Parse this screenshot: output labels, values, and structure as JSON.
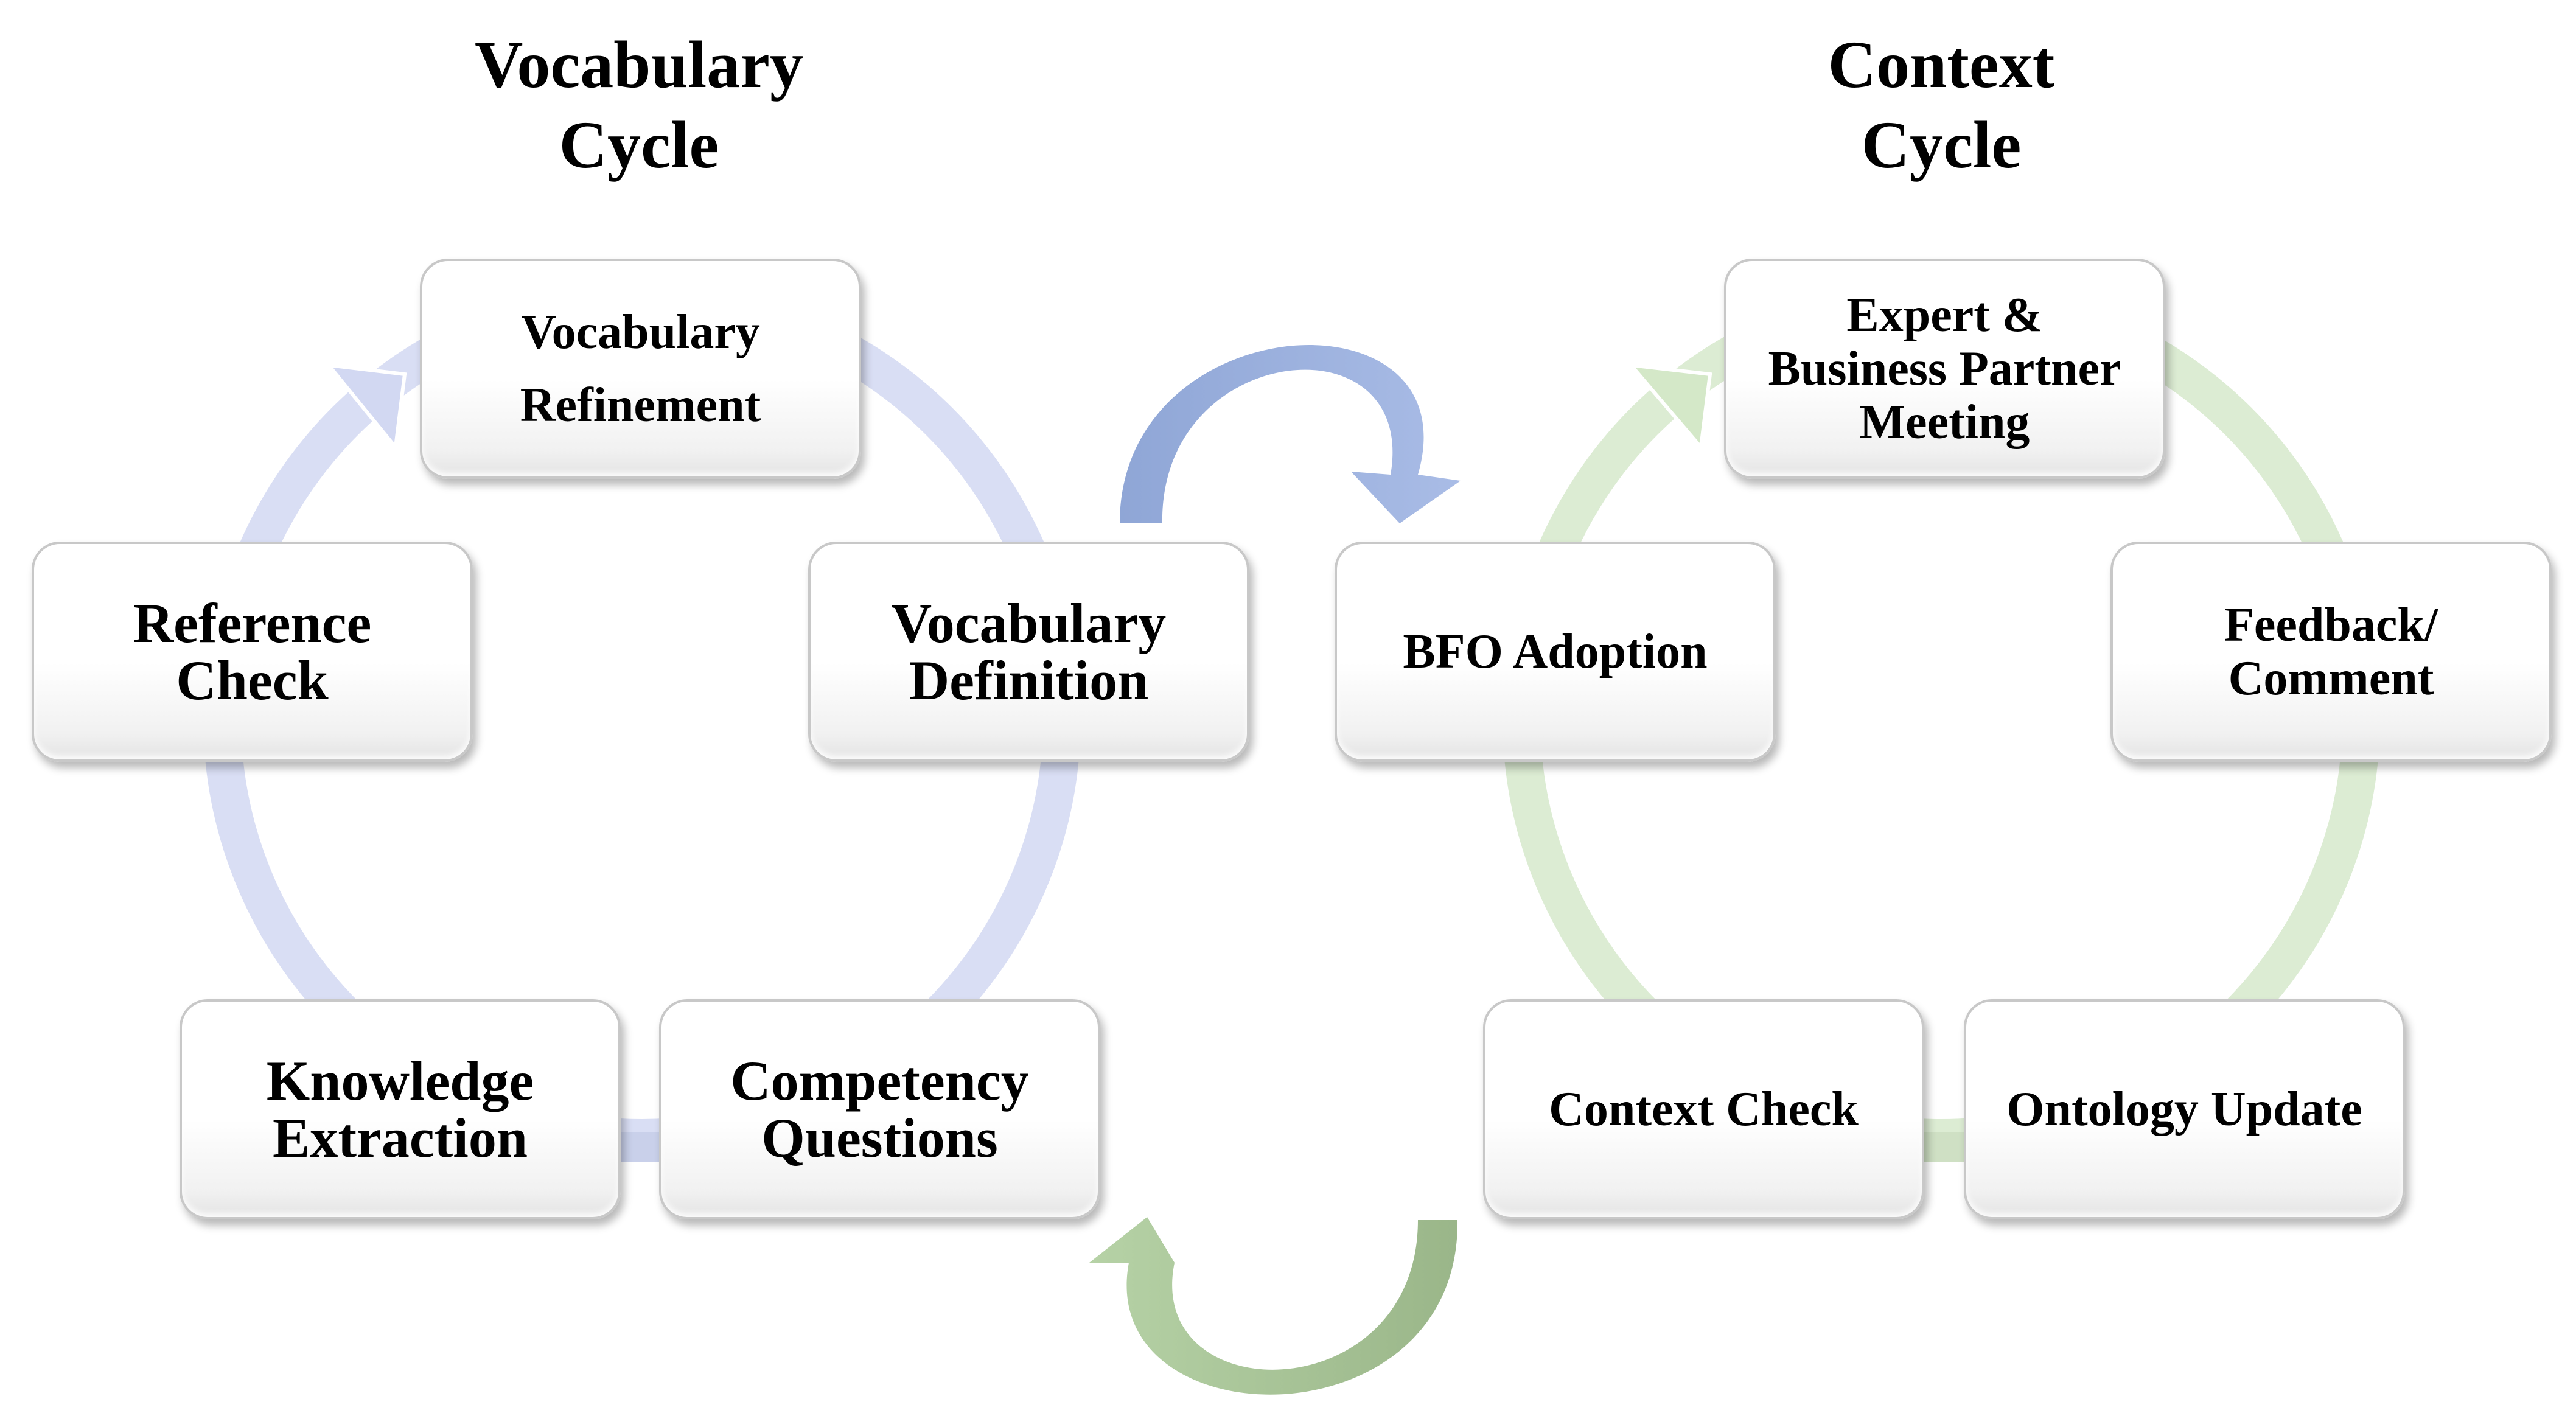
{
  "titles": {
    "vocabulary_cycle": "Vocabulary\nCycle",
    "context_cycle": "Context\nCycle"
  },
  "vocabulary_cycle": {
    "vocabulary_refinement": "Vocabulary\nRefinement",
    "vocabulary_definition": "Vocabulary\nDefinition",
    "competency_questions": "Competency\nQuestions",
    "knowledge_extraction": "Knowledge\nExtraction",
    "reference_check": "Reference\nCheck"
  },
  "context_cycle": {
    "expert_meeting": "Expert &\nBusiness Partner\nMeeting",
    "feedback_comment": "Feedback/\nComment",
    "ontology_update": "Ontology Update",
    "context_check": "Context Check",
    "bfo_adoption": "BFO Adoption"
  },
  "colors": {
    "vocabulary_ring": "#d9def4",
    "vocabulary_ring_arrow": "#c9d0ef",
    "context_ring": "#dcecd3",
    "context_ring_arrow": "#cfe3c4",
    "top_transfer_arrow": "#98aedb",
    "bottom_transfer_arrow": "#a6c295",
    "node_border": "#c8c8c8",
    "text": "#000000"
  }
}
